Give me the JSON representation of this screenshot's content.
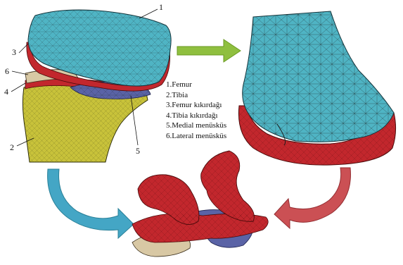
{
  "callouts": [
    "1",
    "3",
    "6",
    "4",
    "2",
    "5"
  ],
  "legend": [
    "1.Femur",
    "2.Tibia",
    "3.Femur kıkırdağı",
    "4.Tibia kıkırdağı",
    "5.Medial menüsküs",
    "6.Lateral menüsküs"
  ],
  "colors": {
    "femur": "#4fb4c4",
    "cartilage": "#c2272d",
    "tibia": "#c8c23a",
    "medial_meniscus": "#5a63a6",
    "lateral_meniscus": "#d8c8a4",
    "arrow_right": "#8fbf3f",
    "arrow_left_curve": "#3ba2c2",
    "arrow_right_curve": "#c9474b"
  }
}
